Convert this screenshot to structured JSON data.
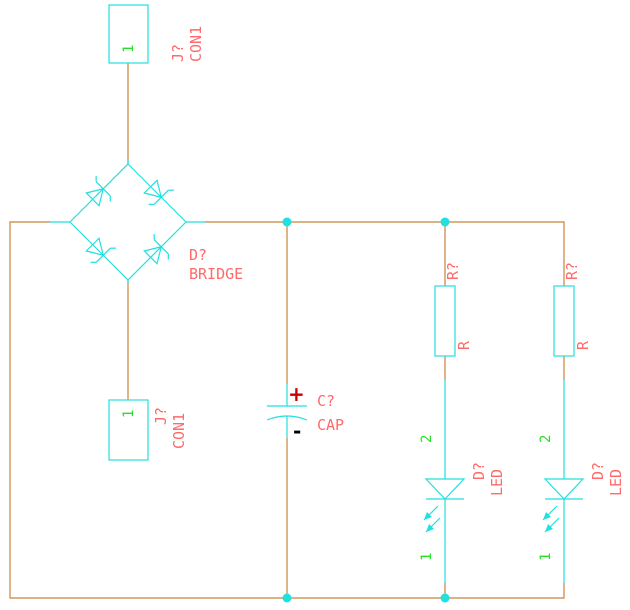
{
  "colors": {
    "wire": "#c8823a",
    "part": "#22e0e0",
    "label": "#ff6a6a",
    "pin": "#28e028",
    "plus": "#cc0000"
  },
  "components": {
    "j_top": {
      "ref": "J?",
      "value": "CON1",
      "pin": "1"
    },
    "bridge": {
      "ref": "D?",
      "value": "BRIDGE"
    },
    "j_bottom": {
      "ref": "J?",
      "value": "CON1",
      "pin": "1"
    },
    "cap": {
      "ref": "C?",
      "value": "CAP",
      "plus": "+",
      "minus": "-"
    },
    "r1": {
      "ref": "R?",
      "value": "R"
    },
    "r2": {
      "ref": "R?",
      "value": "R"
    },
    "led1": {
      "ref": "D?",
      "value": "LED",
      "pin_anode": "2",
      "pin_cathode": "1"
    },
    "led2": {
      "ref": "D?",
      "value": "LED",
      "pin_anode": "2",
      "pin_cathode": "1"
    }
  }
}
